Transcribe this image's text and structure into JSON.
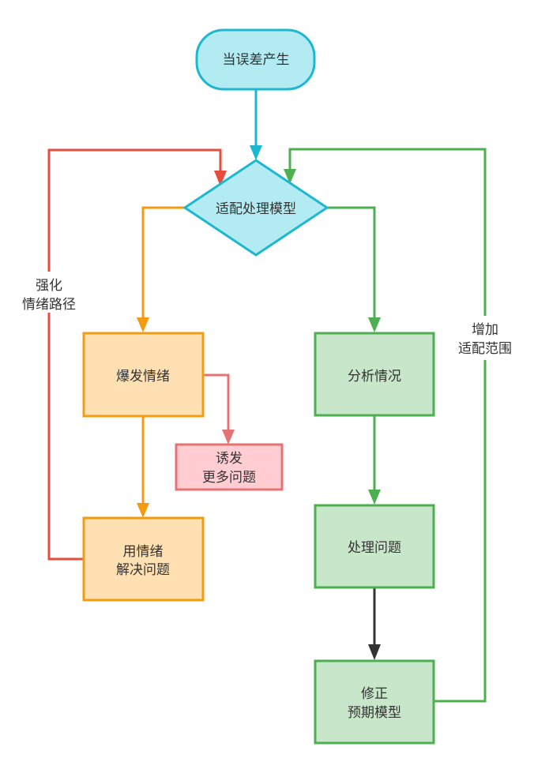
{
  "colors": {
    "cyan_stroke": "#1cb8d0",
    "cyan_fill": "#b2ebf2",
    "orange_stroke": "#f39c12",
    "orange_fill": "#ffe0b2",
    "green_stroke": "#4caf50",
    "green_fill": "#c8e6c9",
    "pink_stroke": "#e57373",
    "pink_fill": "#ffcdd2",
    "red_stroke": "#e74c3c",
    "dark_stroke": "#333333",
    "text": "#333333"
  },
  "nodes": {
    "start": {
      "shape": "terminator",
      "lines": [
        "当误差产生"
      ]
    },
    "decision": {
      "shape": "diamond",
      "lines": [
        "适配处理模型"
      ]
    },
    "burst": {
      "shape": "rect",
      "lines": [
        "爆发情绪"
      ]
    },
    "trigger": {
      "shape": "rect",
      "lines": [
        "诱发",
        "更多问题"
      ]
    },
    "use_emotion": {
      "shape": "rect",
      "lines": [
        "用情绪",
        "解决问题"
      ]
    },
    "analyze": {
      "shape": "rect",
      "lines": [
        "分析情况"
      ]
    },
    "handle": {
      "shape": "rect",
      "lines": [
        "处理问题"
      ]
    },
    "fix": {
      "shape": "rect",
      "lines": [
        "修正",
        "预期模型"
      ]
    }
  },
  "edges": {
    "start_to_decision": {
      "from": "当误差产生",
      "to": "适配处理模型"
    },
    "decision_to_burst": {
      "from": "适配处理模型",
      "to": "爆发情绪"
    },
    "decision_to_analyze": {
      "from": "适配处理模型",
      "to": "分析情况"
    },
    "burst_to_trigger": {
      "from": "爆发情绪",
      "to": "诱发更多问题"
    },
    "burst_to_use": {
      "from": "爆发情绪",
      "to": "用情绪解决问题"
    },
    "use_to_decision": {
      "from": "用情绪解决问题",
      "to": "适配处理模型",
      "label": [
        "强化",
        "情绪路径"
      ]
    },
    "analyze_to_handle": {
      "from": "分析情况",
      "to": "处理问题"
    },
    "handle_to_fix": {
      "from": "处理问题",
      "to": "修正预期模型"
    },
    "fix_to_decision": {
      "from": "修正预期模型",
      "to": "适配处理模型",
      "label": [
        "增加",
        "适配范围"
      ]
    }
  }
}
